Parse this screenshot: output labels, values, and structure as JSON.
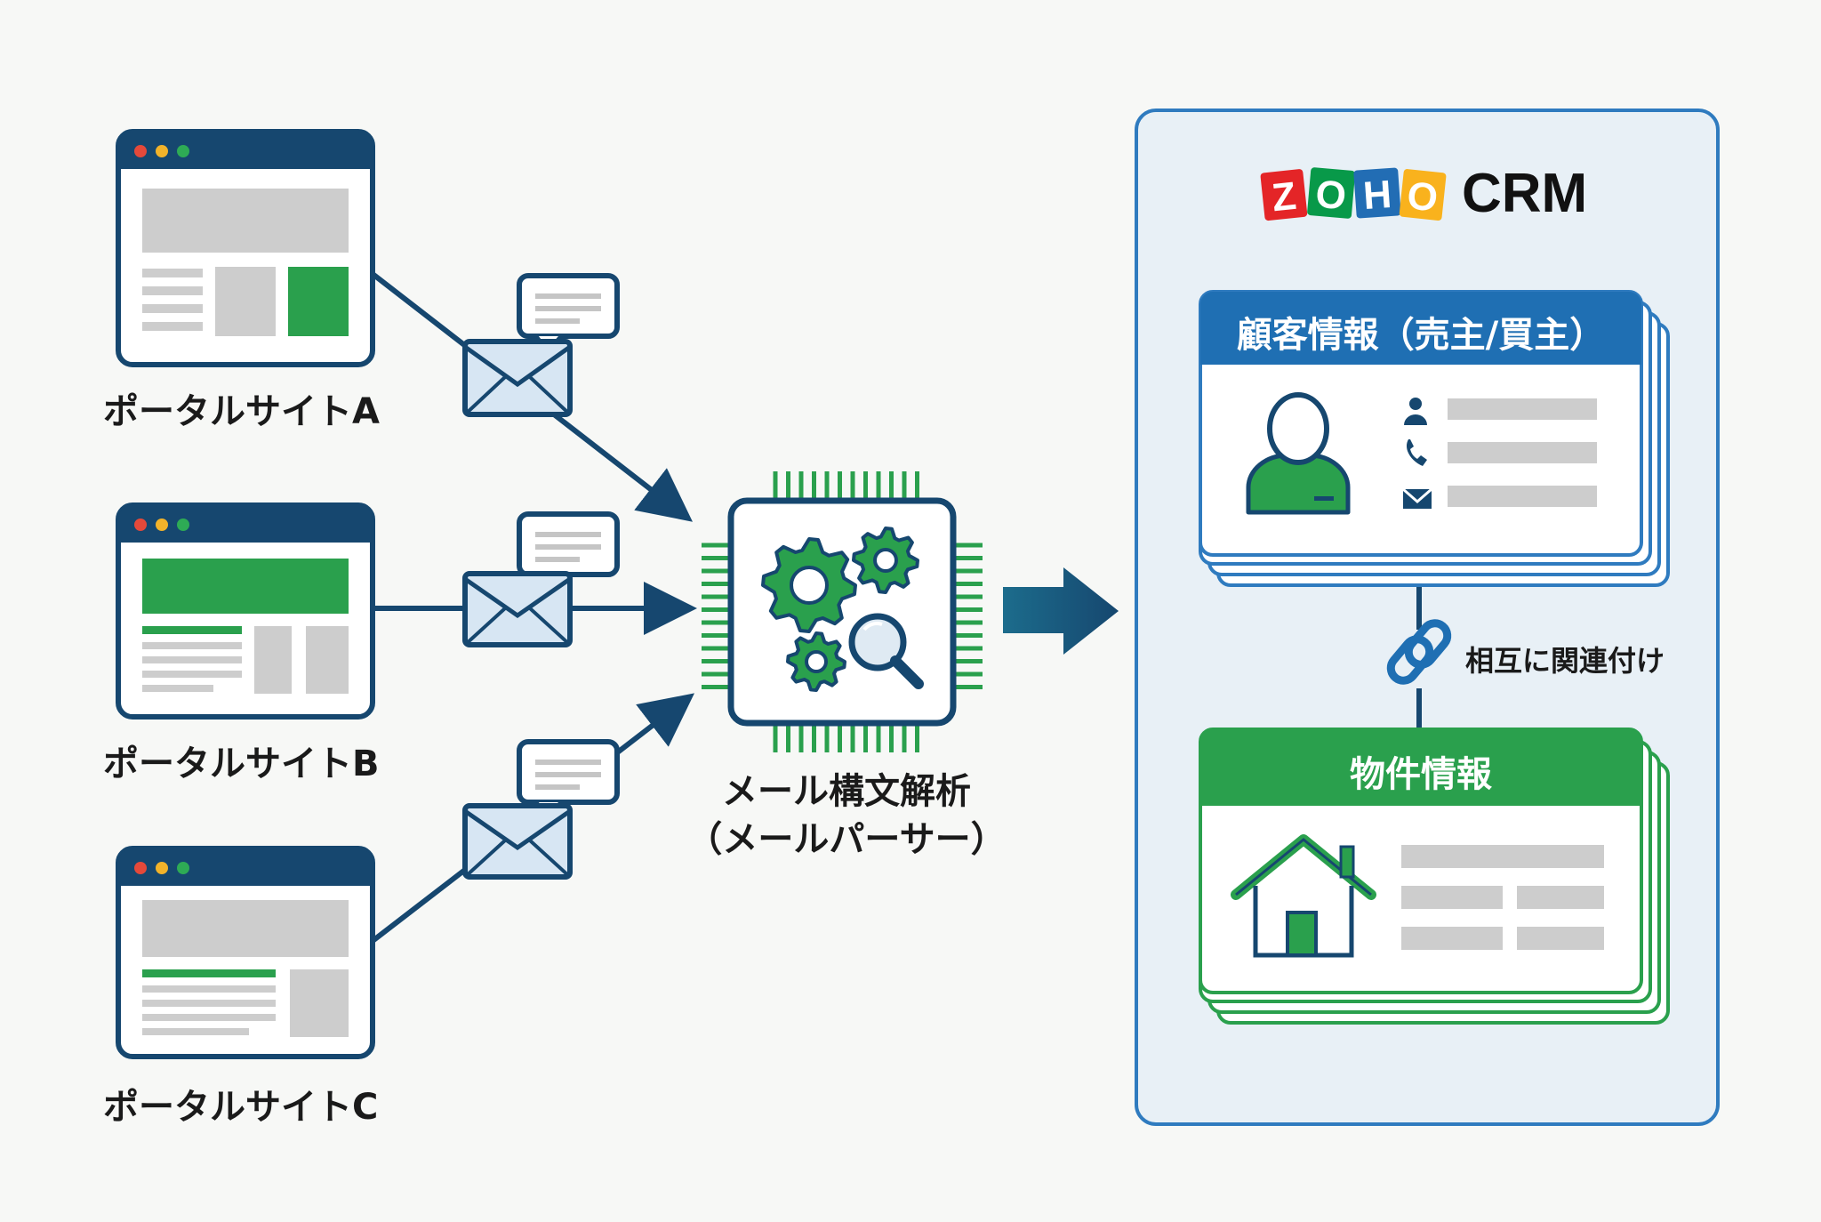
{
  "portals": [
    {
      "label": "ポータルサイトA"
    },
    {
      "label": "ポータルサイトB"
    },
    {
      "label": "ポータルサイトC"
    }
  ],
  "parser": {
    "line1": "メール構文解析",
    "line2": "（メールパーサー）"
  },
  "crm": {
    "logo_letters": [
      "Z",
      "O",
      "H",
      "O"
    ],
    "logo_colors": [
      "#e42527",
      "#089949",
      "#226db4",
      "#f9b21d"
    ],
    "product": "CRM",
    "customer_card": {
      "title": "顧客情報（売主/買主）",
      "icons": [
        "person-icon",
        "phone-icon",
        "mail-icon"
      ]
    },
    "link_label": "相互に関連付け",
    "property_card": {
      "title": "物件情報",
      "icon": "house-icon"
    }
  },
  "colors": {
    "navy": "#16476f",
    "green": "#2a9b48",
    "blue_border": "#2f7bbf",
    "panel_bg": "#e8f0f6",
    "gray_block": "#cdcdcd"
  }
}
